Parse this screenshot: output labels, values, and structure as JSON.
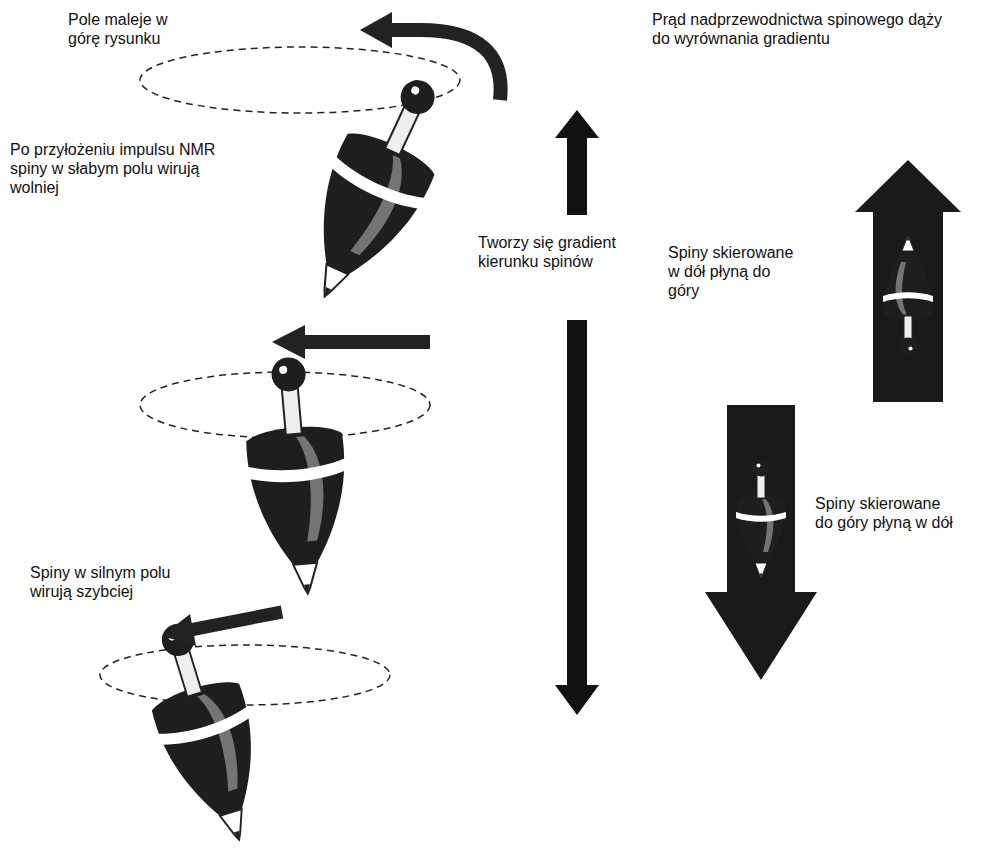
{
  "diagram": {
    "labels": [
      "Pole maleje w górę rysunku",
      "Prąd nadprzewodnictwa spinowego dąży do wyrównania gradientu",
      "Po przyłożeniu impulsu NMR spiny w słabym polu wirują wolniej",
      "Tworzy się gradient kierunku spinów",
      "Spiny skierowane w dół płyną do góry",
      "Spiny skierowane do góry płyną w dół",
      "Spiny w silnym polu wirują szybciej"
    ]
  }
}
